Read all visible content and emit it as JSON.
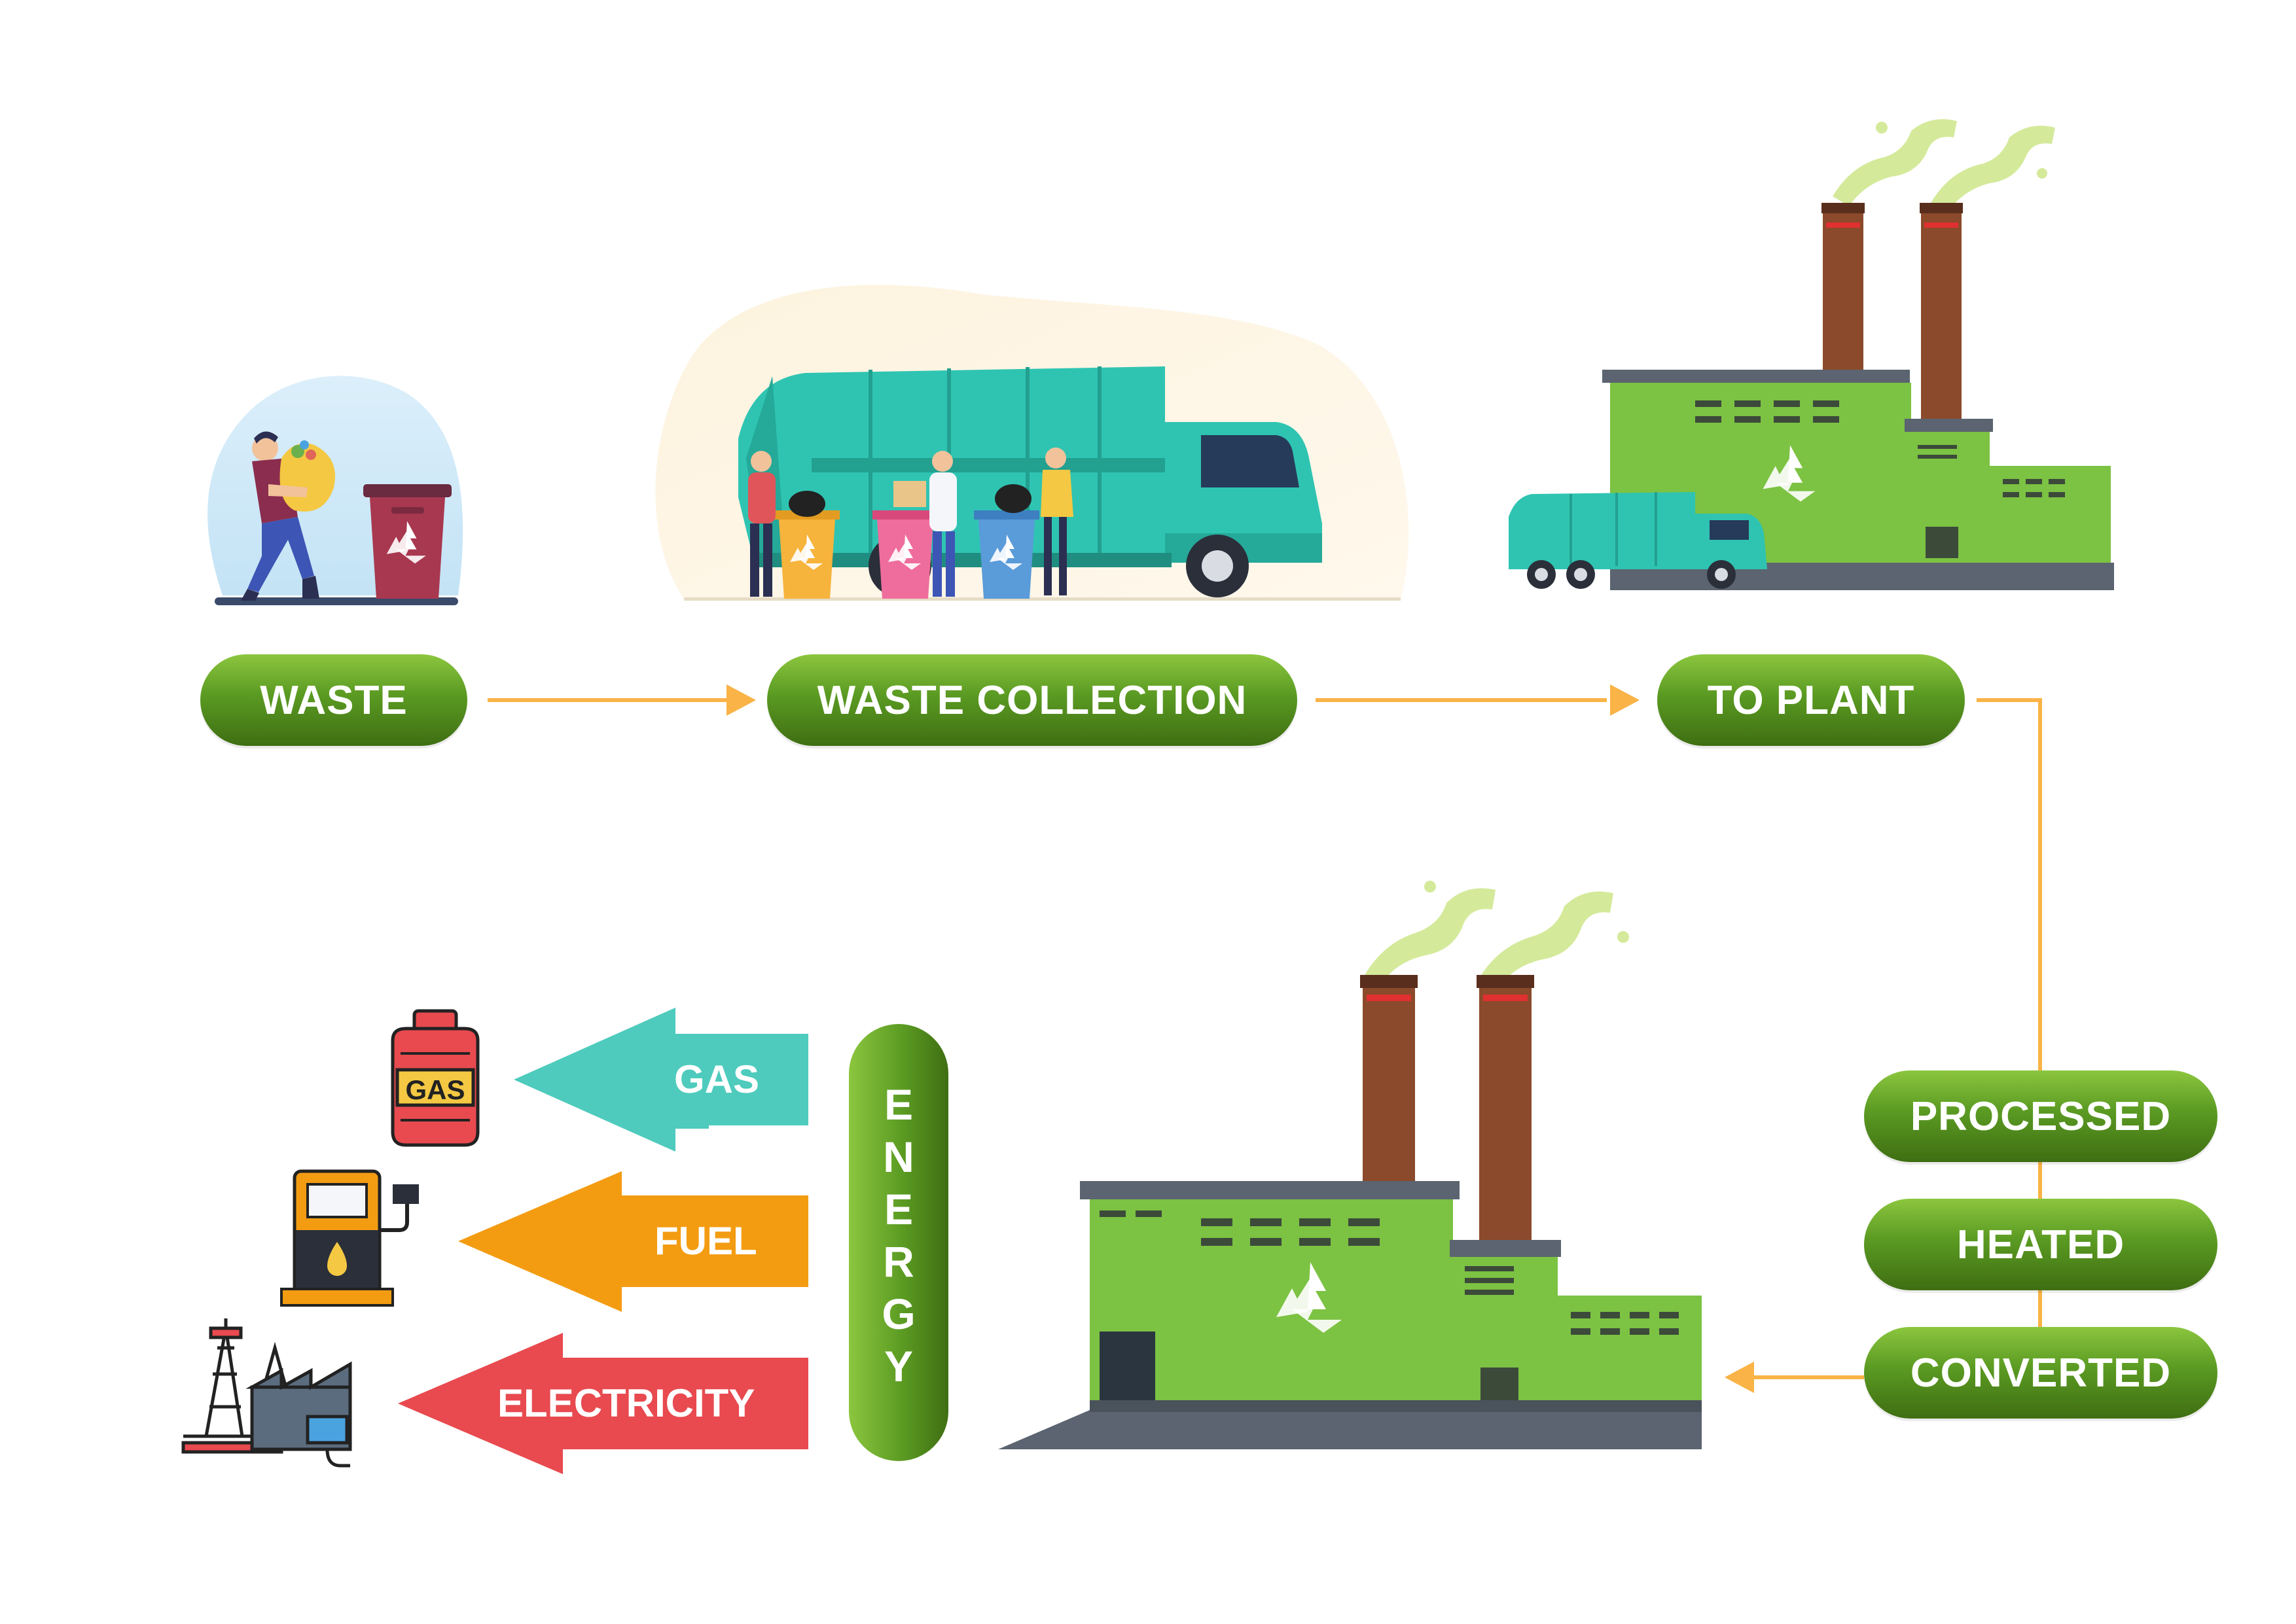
{
  "flow": {
    "waste": "WASTE",
    "collection": "WASTE COLLECTION",
    "to_plant": "TO PLANT",
    "processed": "PROCESSED",
    "heated": "HEATED",
    "converted": "CONVERTED",
    "energy": [
      "E",
      "N",
      "E",
      "R",
      "G",
      "Y"
    ]
  },
  "outputs": {
    "gas": "GAS",
    "fuel": "FUEL",
    "electricity": "ELECTRICITY",
    "gas_icon_label": "GAS"
  },
  "colors": {
    "pill_green": "#5a9a22",
    "connector_orange": "#f9b347",
    "gas_arrow": "#4ecbbd",
    "fuel_arrow": "#f39c12",
    "electricity_arrow": "#e84a4f",
    "truck_teal": "#2fc4b2",
    "factory_green": "#7cc243",
    "chimney_brown": "#8b4a2b",
    "smoke_green": "#d4ea9a"
  },
  "icons": [
    "person-carrying-bag",
    "recycle-bin",
    "garbage-truck",
    "recycling-bins",
    "factory",
    "gas-cylinder",
    "fuel-pump",
    "power-plant"
  ]
}
